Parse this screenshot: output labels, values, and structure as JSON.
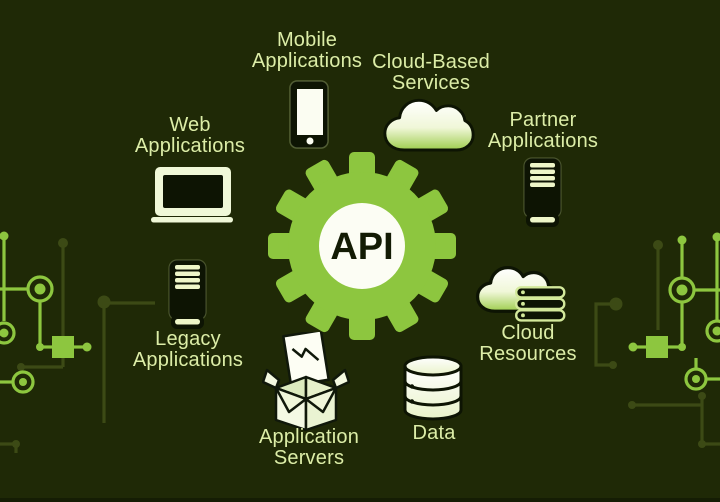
{
  "colors": {
    "background": "#1f2906",
    "accent_green": "#8dc63f",
    "label_text": "#dceda7",
    "icon_dark": "#0d1403",
    "icon_pale": "#f2f8dd",
    "circuit_dim": "#3c4a15"
  },
  "diagram": {
    "center": {
      "label": "API",
      "icon": "gear-icon"
    },
    "nodes": [
      {
        "id": "mobile-applications",
        "icon": "smartphone-icon",
        "line1": "Mobile",
        "line2": "Applications"
      },
      {
        "id": "cloud-based-services",
        "icon": "cloud-icon",
        "line1": "Cloud-Based",
        "line2": "Services"
      },
      {
        "id": "partner-applications",
        "icon": "server-tower-icon",
        "line1": "Partner",
        "line2": "Applications"
      },
      {
        "id": "web-applications",
        "icon": "laptop-icon",
        "line1": "Web",
        "line2": "Applications"
      },
      {
        "id": "cloud-resources",
        "icon": "cloud-database-icon",
        "line1": "Cloud",
        "line2": "Resources"
      },
      {
        "id": "legacy-applications",
        "icon": "server-tower-icon",
        "line1": "Legacy",
        "line2": "Applications"
      },
      {
        "id": "application-servers",
        "icon": "open-box-icon",
        "line1": "Application",
        "line2": "Servers"
      },
      {
        "id": "data",
        "icon": "database-icon",
        "line1": "Data",
        "line2": ""
      }
    ]
  }
}
